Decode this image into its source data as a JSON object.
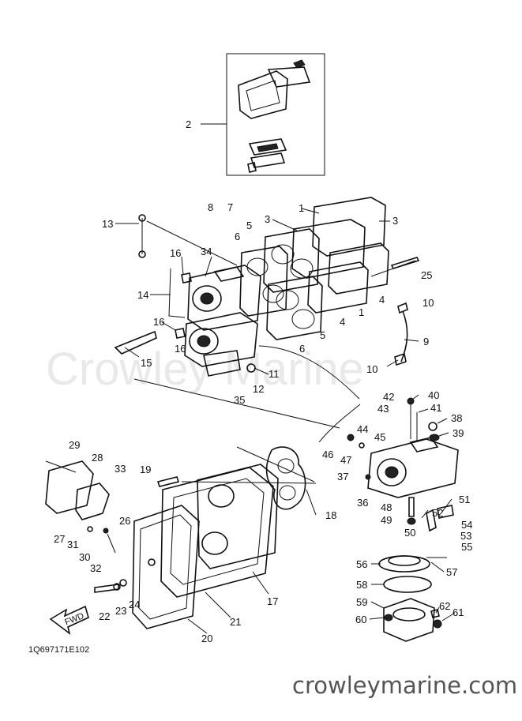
{
  "watermark": "Crowley Marine",
  "footer_url": "crowleymarine.com",
  "diagram_code": "1Q697171E102",
  "fwd_arrow_text": "FWD",
  "callouts": {
    "c1a": "1",
    "c1b": "1",
    "c2": "2",
    "c3a": "3",
    "c3b": "3",
    "c4a": "4",
    "c4b": "4",
    "c5a": "5",
    "c5b": "5",
    "c6a": "6",
    "c6b": "6",
    "c7": "7",
    "c8": "8",
    "c9": "9",
    "c10a": "10",
    "c10b": "10",
    "c11": "11",
    "c12": "12",
    "c13": "13",
    "c14": "14",
    "c15": "15",
    "c16a": "16",
    "c16b": "16",
    "c16c": "16",
    "c17": "17",
    "c18": "18",
    "c19": "19",
    "c20": "20",
    "c21": "21",
    "c22": "22",
    "c23": "23",
    "c24": "24",
    "c25": "25",
    "c26": "26",
    "c27": "27",
    "c28": "28",
    "c29": "29",
    "c30": "30",
    "c31": "31",
    "c32": "32",
    "c33": "33",
    "c34": "34",
    "c35": "35",
    "c36": "36",
    "c37": "37",
    "c38": "38",
    "c39": "39",
    "c40": "40",
    "c41": "41",
    "c42": "42",
    "c43": "43",
    "c44": "44",
    "c45": "45",
    "c46": "46",
    "c47": "47",
    "c48": "48",
    "c49": "49",
    "c50": "50",
    "c51": "51",
    "c52": "52",
    "c53": "53",
    "c54": "54",
    "c55": "55",
    "c56": "56",
    "c57": "57",
    "c58": "58",
    "c59": "59",
    "c60": "60",
    "c61": "61",
    "c62": "62"
  }
}
